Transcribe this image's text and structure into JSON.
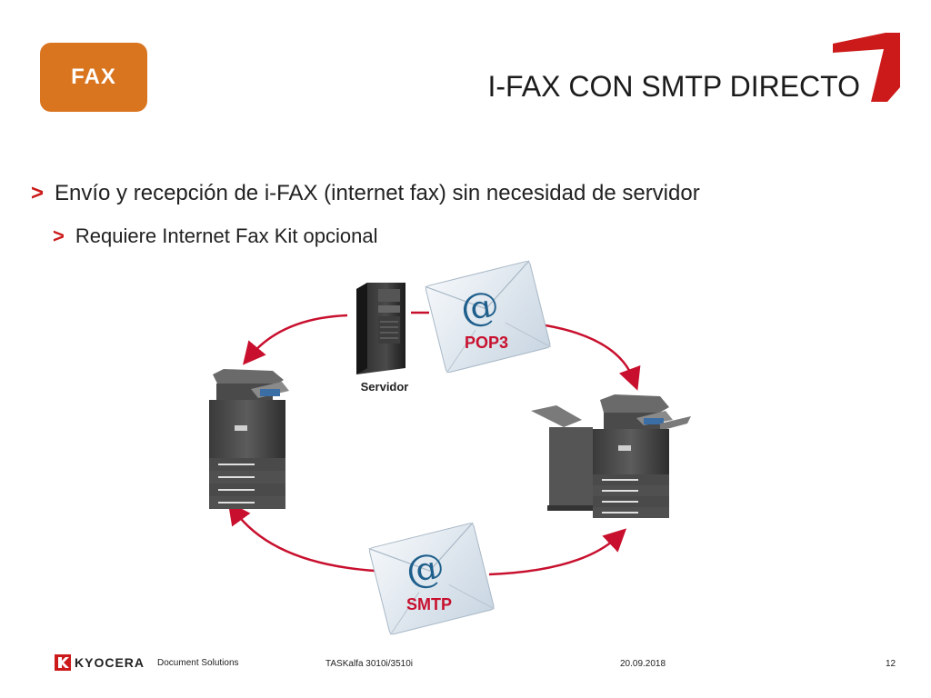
{
  "badge": {
    "label": "FAX"
  },
  "title": "I-FAX CON SMTP DIRECTO",
  "bullets": [
    {
      "text": "Envío y recepción de i-FAX (internet fax) sin necesidad de servidor"
    },
    {
      "text": "Requiere Internet Fax Kit opcional"
    }
  ],
  "diagram": {
    "server_label": "Servidor",
    "pop3_label": "POP3",
    "smtp_label": "SMTP",
    "at_symbol": "@"
  },
  "footer": {
    "brand": "KYOCERA",
    "division": "Document Solutions",
    "model": "TASKalfa 3010i/3510i",
    "date": "20.09.2018",
    "page": "12"
  },
  "colors": {
    "accent_orange": "#d9741f",
    "accent_red": "#cc1a1a",
    "arrow_red": "#c8102e"
  }
}
